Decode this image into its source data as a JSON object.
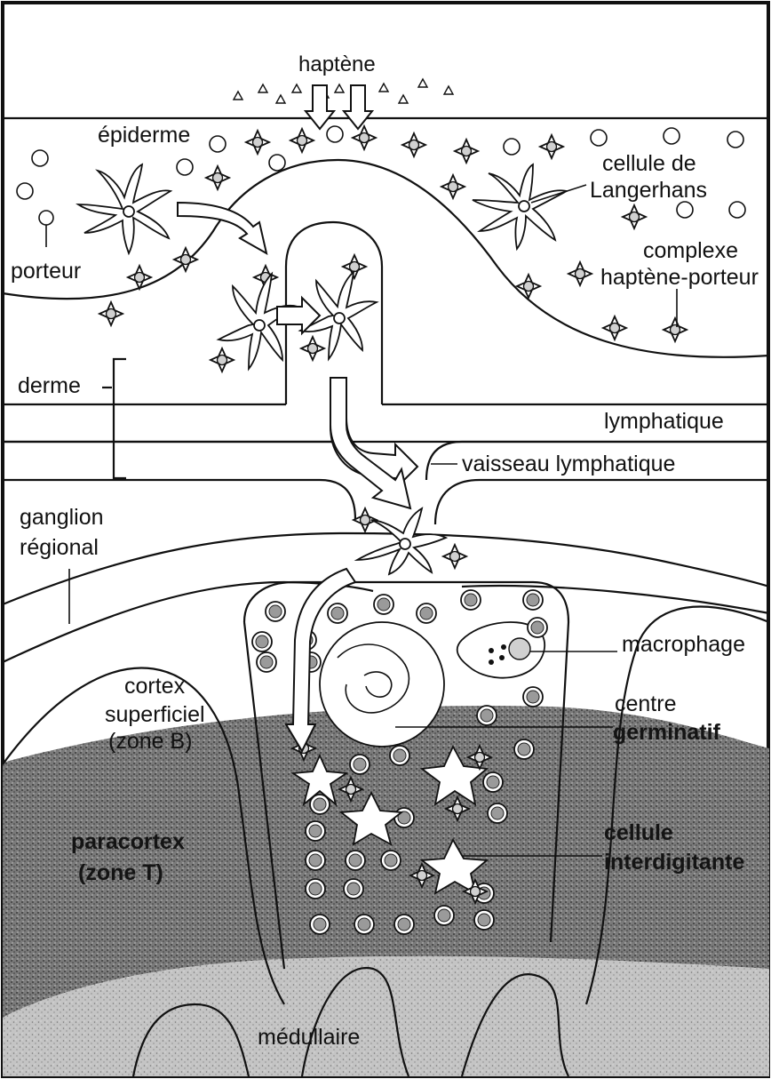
{
  "labels": {
    "haptene": "haptène",
    "epiderme": "épiderme",
    "cellule_de": "cellule de",
    "langerhans": "Langerhans",
    "complexe": "complexe",
    "haptene_porteur": "haptène-porteur",
    "porteur": "porteur",
    "derme": "derme",
    "lymphatique": "lymphatique",
    "vaisseau_lymphatique": "vaisseau lymphatique",
    "ganglion": "ganglion",
    "regional": "régional",
    "macrophage": "macrophage",
    "cortex": "cortex",
    "superficiel": "superficiel",
    "zone_b": "(zone B)",
    "centre": "centre",
    "germinatif": "germinatif",
    "paracortex": "paracortex",
    "zone_t": "(zone T)",
    "cellule": "cellule",
    "interdigitante": "interdigitante",
    "medullaire": "médullaire"
  },
  "colors": {
    "ink": "#111111",
    "paper": "#ffffff",
    "paracortex_shade": "#6e6e6e",
    "medulla_shade": "#b4b4b4"
  }
}
